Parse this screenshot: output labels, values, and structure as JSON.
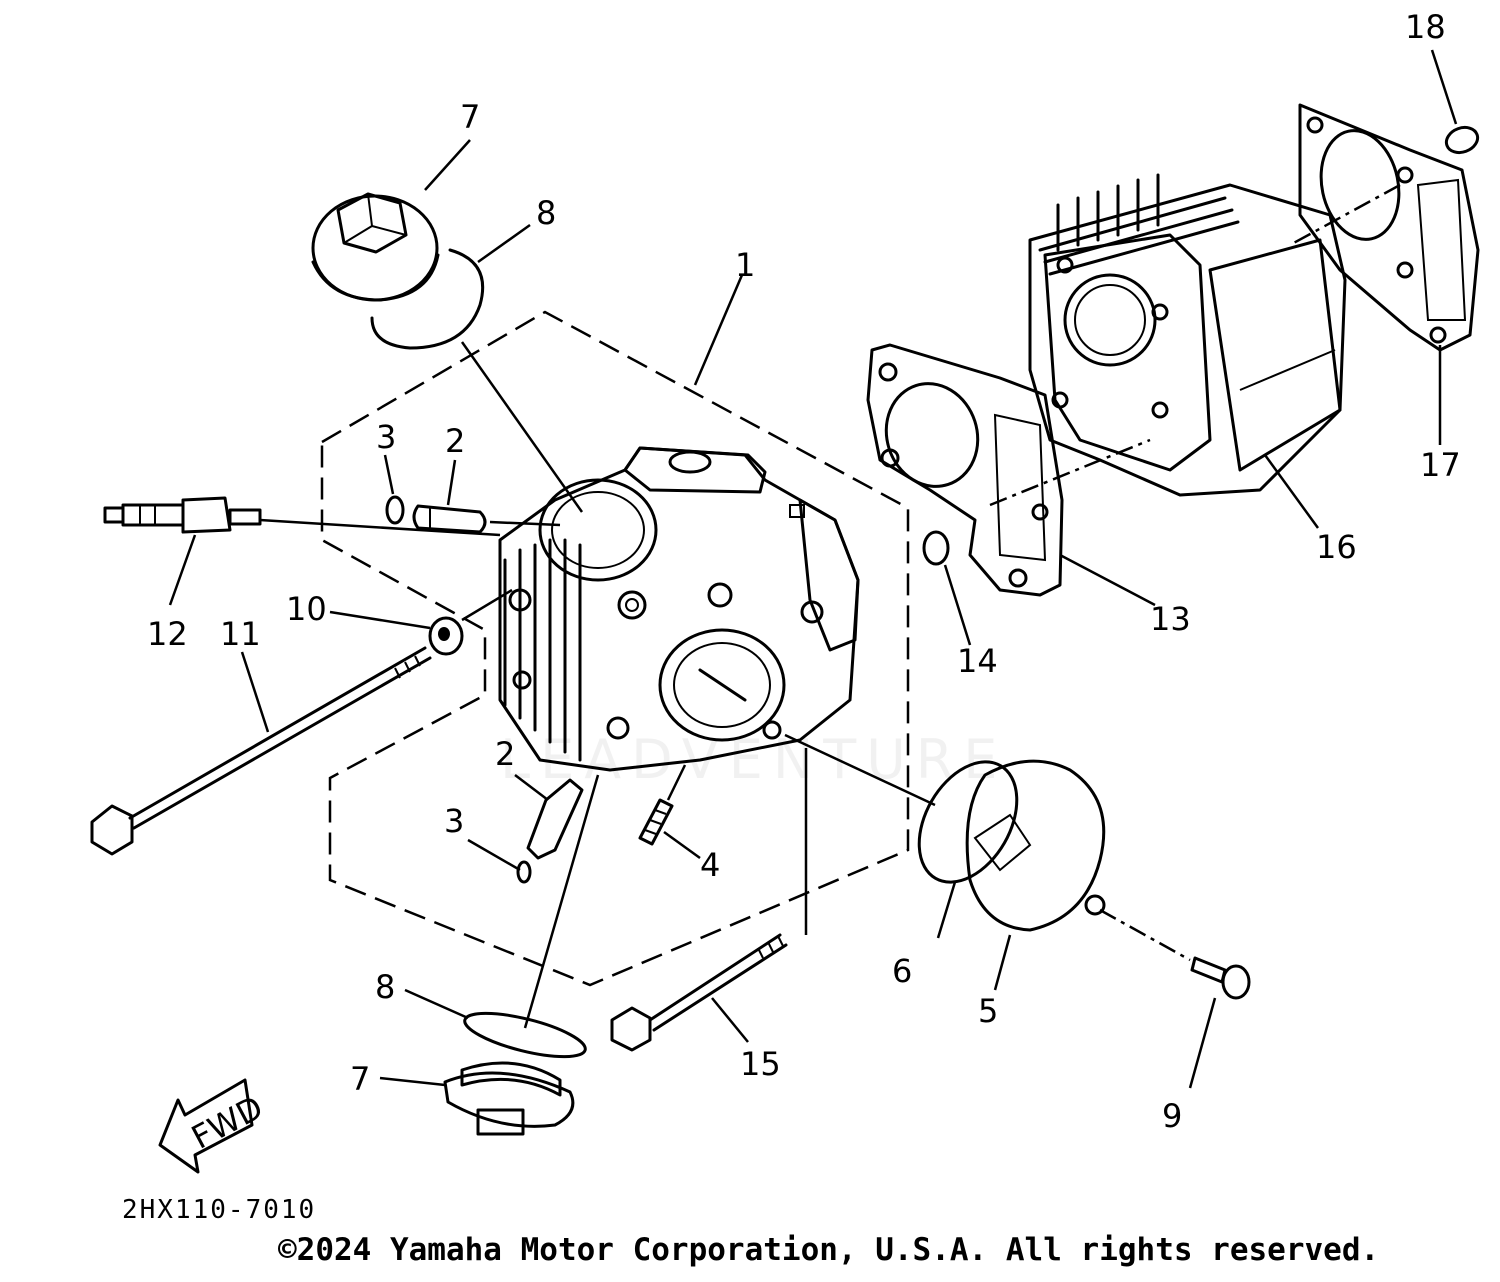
{
  "diagram": {
    "part_labels": {
      "p1": "1",
      "p2a": "2",
      "p2b": "2",
      "p3a": "3",
      "p3b": "3",
      "p4": "4",
      "p5": "5",
      "p6": "6",
      "p7a": "7",
      "p7b": "7",
      "p8a": "8",
      "p8b": "8",
      "p9": "9",
      "p10": "10",
      "p11": "11",
      "p12": "12",
      "p13": "13",
      "p14": "14",
      "p15": "15",
      "p16": "16",
      "p17": "17",
      "p18": "18"
    },
    "fwd_label": "FWD",
    "diagram_code": "2HX110-7010",
    "watermark": "LEADVENTURE",
    "copyright": "©2024 Yamaha Motor Corporation, U.S.A. All rights reserved."
  }
}
